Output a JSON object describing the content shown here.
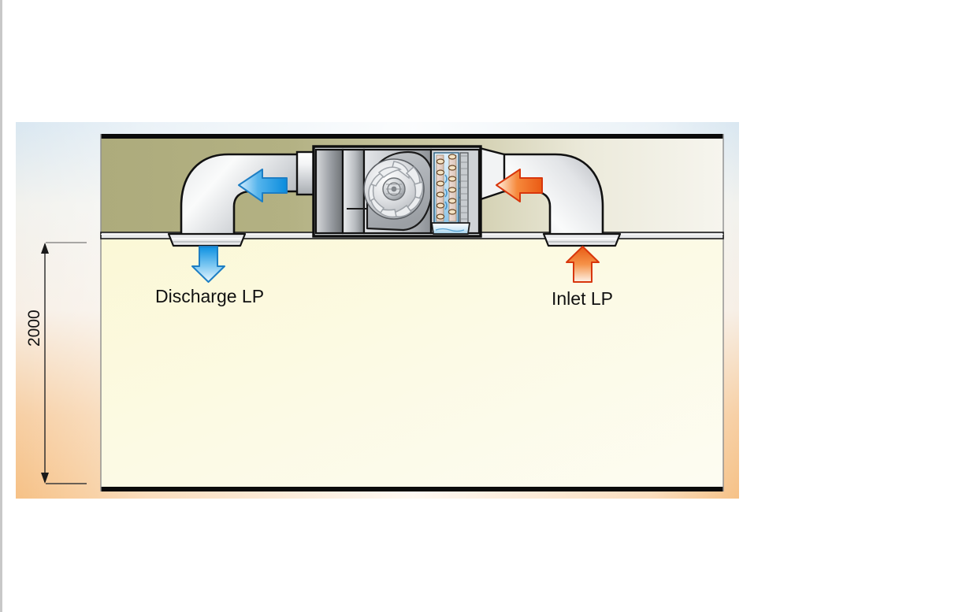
{
  "diagram": {
    "title": "Ceiling-mounted fan coil unit air flow schematic",
    "type": "hvac-section-view",
    "labels": {
      "discharge": "Discharge LP",
      "inlet": "Inlet LP",
      "dimension_height": "2000"
    },
    "colors": {
      "plenum_left": "#adab7c",
      "plenum_right": "#f4f2e4",
      "room_fill": "#fbf8dc",
      "outline": "#000000",
      "duct_metal_light": "#f2f2f2",
      "duct_metal_mid": "#b9bcc0",
      "unit_casing_dark": "#6f7276",
      "unit_casing_light": "#e9eaec",
      "arrow_blue_light": "#9ed8f8",
      "arrow_blue_dark": "#0d8fe0",
      "arrow_orange_light": "#fff0df",
      "arrow_orange_dark": "#ef5a15",
      "arrow_blue_stroke": "#1f7fc4",
      "arrow_orange_stroke": "#d8360c",
      "coil_copper": "#e6cfa8",
      "coil_water": "#5fa8d8",
      "frame_glow_top": "#dfeaf2",
      "frame_glow_bottom": "#f6c692",
      "canvas": "#ffffff",
      "gutter_rule": "#c8c8c8"
    },
    "elements": [
      {
        "name": "ceiling-plenum",
        "description": "Shaded ceiling void containing the fan coil unit and ductwork"
      },
      {
        "name": "fan-coil-unit",
        "description": "Horizontal cased unit with centrifugal fan and cooling coil"
      },
      {
        "name": "centrifugal-fan",
        "description": "Backward-curved forward fan wheel inside scroll housing"
      },
      {
        "name": "cooling-coil",
        "description": "Finned coil with copper U-bends and condensate drain pan"
      },
      {
        "name": "supply-duct-elbow",
        "description": "Left 90 degree elbow turning down to the supply diffuser"
      },
      {
        "name": "return-duct-elbow",
        "description": "Right 90 degree elbow rising from the return grille"
      },
      {
        "name": "supply-diffuser",
        "description": "Ceiling diffuser at the discharge low pressure point"
      },
      {
        "name": "return-grille",
        "description": "Ceiling grille at the inlet low pressure point"
      },
      {
        "name": "dimension-line",
        "description": "Vertical dimension from ceiling level to floor"
      }
    ],
    "arrows": [
      {
        "name": "supply-arrow-horizontal",
        "direction": "left",
        "color": "blue",
        "meaning": "conditioned supply air leaving the unit"
      },
      {
        "name": "supply-arrow-vertical",
        "direction": "down",
        "color": "blue",
        "meaning": "supply air discharged into the room"
      },
      {
        "name": "return-arrow-horizontal",
        "direction": "left",
        "color": "orange",
        "meaning": "warm return air entering the unit"
      },
      {
        "name": "return-arrow-vertical",
        "direction": "up",
        "color": "orange",
        "meaning": "warm room air drawn to the return grille"
      }
    ]
  }
}
